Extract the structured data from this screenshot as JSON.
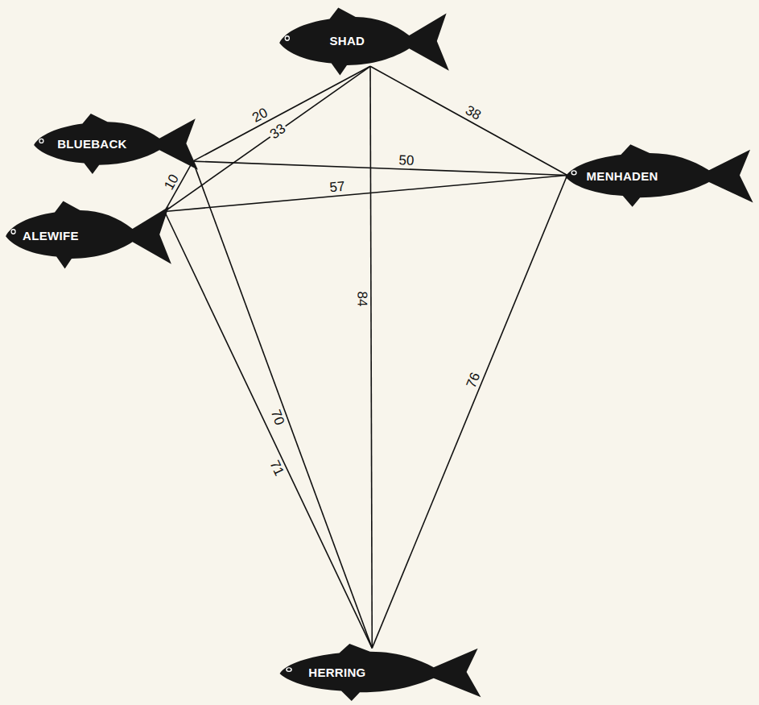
{
  "diagram": {
    "nodes": [
      {
        "text": [
          "SHAD"
        ]
      },
      {
        "text": [
          "BLUEBACK"
        ]
      },
      {
        "text": [
          "MENHADEN"
        ]
      },
      {
        "text": [
          "ALEWIFE"
        ]
      },
      {
        "text": [
          "HERRING"
        ]
      }
    ],
    "edges": [
      {
        "from": 0,
        "to": 1,
        "arrow": "none",
        "label": "20"
      },
      {
        "from": 0,
        "to": 3,
        "arrow": "none",
        "label": "33"
      },
      {
        "from": 0,
        "to": 2,
        "arrow": "none",
        "label": "38"
      },
      {
        "from": 0,
        "to": 4,
        "arrow": "none",
        "label": "84"
      },
      {
        "from": 1,
        "to": 3,
        "arrow": "none",
        "label": "10"
      },
      {
        "from": 1,
        "to": 2,
        "arrow": "none",
        "label": "50"
      },
      {
        "from": 3,
        "to": 2,
        "arrow": "none",
        "label": "57"
      },
      {
        "from": 1,
        "to": 4,
        "arrow": "none",
        "label": "70"
      },
      {
        "from": 3,
        "to": 4,
        "arrow": "none",
        "label": "71"
      },
      {
        "from": 2,
        "to": 4,
        "arrow": "none",
        "label": "76"
      }
    ]
  }
}
